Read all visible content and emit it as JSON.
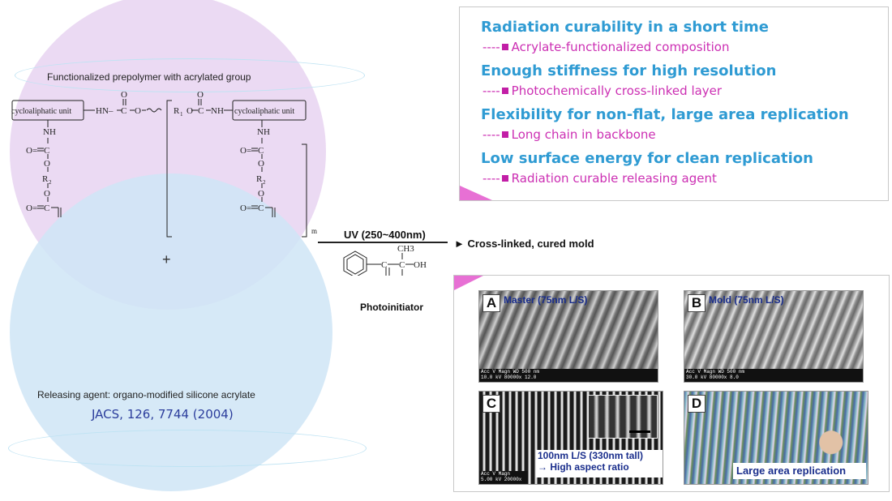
{
  "left": {
    "prepolymer_title": "Functionalized prepolymer with acrylated group",
    "cyclo_unit_1": "cycloaliphatic unit",
    "cyclo_unit_2": "cycloaliphatic unit",
    "nh_1": "NH",
    "nh_2": "NH",
    "r2_1": "R2",
    "r2_2": "R2",
    "r1": "R1",
    "subscript_m": "m",
    "plus": "+",
    "releasing_label": "Releasing agent: organo-modified silicone acrylate",
    "citation": "JACS, 126, 7744 (2004)"
  },
  "reaction": {
    "uv_label": "UV (250~400nm)",
    "product": "► Cross-linked, cured mold",
    "photoinitiator_label": "Photoinitiator"
  },
  "benefits": [
    {
      "title": "Radiation curability in a short time",
      "sub": "Acrylate-functionalized composition"
    },
    {
      "title": "Enough stiffness for high resolution",
      "sub": "Photochemically cross-linked layer"
    },
    {
      "title": "Flexibility for non-flat, large area replication",
      "sub": "Long chain in backbone"
    },
    {
      "title": "Low surface energy for clean replication",
      "sub": "Radiation curable releasing agent"
    }
  ],
  "benefit_dash": "----",
  "images": {
    "a_label": "A",
    "a_caption": "Master (75nm L/S)",
    "a_footer_1": "Acc V   Magn    WD                          500 nm",
    "a_footer_2": "10.0 kV 80000x  12.0",
    "b_label": "B",
    "b_caption": "Mold (75nm L/S)",
    "b_footer_1": "Acc V   Magn    WD                          500 nm",
    "b_footer_2": "30.0 kV 80000x  8.0",
    "c_label": "C",
    "c_caption_1": "100nm L/S (330nm tall)",
    "c_caption_2": "→ High aspect ratio",
    "c_footer_1": "Acc V   Magn",
    "c_footer_2": "5.00 kV 20000x",
    "d_label": "D",
    "d_caption": "Large area replication"
  },
  "colors": {
    "title_blue": "#2f9bd3",
    "sub_magenta": "#cc2fb3",
    "circle_purple": "#e7d3f1",
    "circle_blue": "#cfe5f6",
    "caption_navy": "#1a2e8c"
  }
}
